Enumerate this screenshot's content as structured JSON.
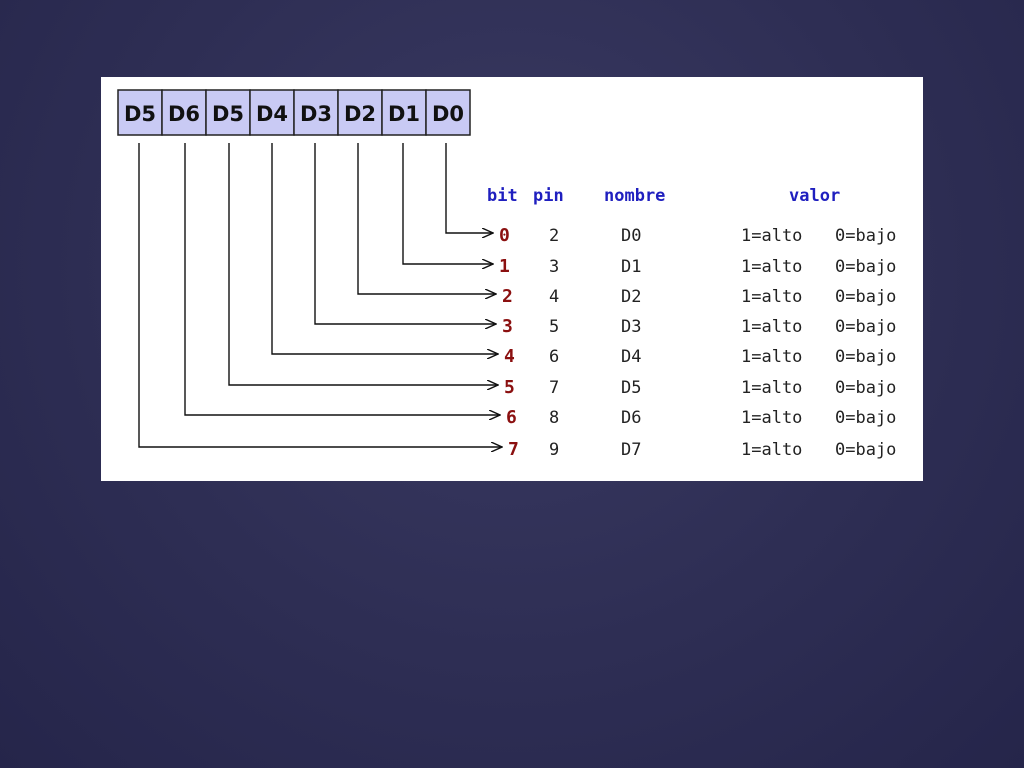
{
  "register": {
    "cells": [
      "D5",
      "D6",
      "D5",
      "D4",
      "D3",
      "D2",
      "D1",
      "D0"
    ],
    "cell_fill": "#c9caf4",
    "cell_stroke": "#222222"
  },
  "table": {
    "headers": {
      "bit": "bit",
      "pin": "pin",
      "nombre": "nombre",
      "valor": "valor"
    },
    "header_color": "#1f1fbf",
    "bit_color": "#8b1010",
    "rows": [
      {
        "bit": "0",
        "pin": "2",
        "nombre": "D0",
        "alto": "1=alto",
        "bajo": "0=bajo"
      },
      {
        "bit": "1",
        "pin": "3",
        "nombre": "D1",
        "alto": "1=alto",
        "bajo": "0=bajo"
      },
      {
        "bit": "2",
        "pin": "4",
        "nombre": "D2",
        "alto": "1=alto",
        "bajo": "0=bajo"
      },
      {
        "bit": "3",
        "pin": "5",
        "nombre": "D3",
        "alto": "1=alto",
        "bajo": "0=bajo"
      },
      {
        "bit": "4",
        "pin": "6",
        "nombre": "D4",
        "alto": "1=alto",
        "bajo": "0=bajo"
      },
      {
        "bit": "5",
        "pin": "7",
        "nombre": "D5",
        "alto": "1=alto",
        "bajo": "0=bajo"
      },
      {
        "bit": "6",
        "pin": "8",
        "nombre": "D6",
        "alto": "1=alto",
        "bajo": "0=bajo"
      },
      {
        "bit": "7",
        "pin": "9",
        "nombre": "D7",
        "alto": "1=alto",
        "bajo": "0=bajo"
      }
    ]
  }
}
